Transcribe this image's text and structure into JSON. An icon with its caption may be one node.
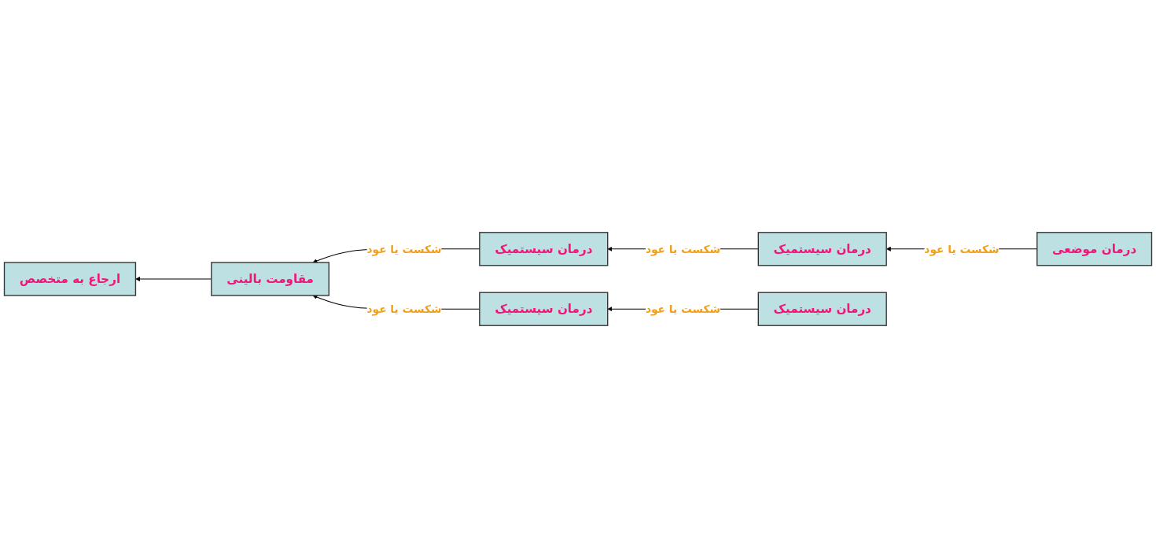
{
  "diagram": {
    "nodes": [
      {
        "text": [
          "درمان موضعی"
        ]
      },
      {
        "text": [
          "درمان سیستمیک"
        ]
      },
      {
        "text": [
          "درمان سیستمیک"
        ]
      },
      {
        "text": [
          "درمان سیستمیک"
        ]
      },
      {
        "text": [
          "درمان سیستمیک"
        ]
      },
      {
        "text": [
          "مقاومت بالینی"
        ]
      },
      {
        "text": [
          "ارجاع به متخصص"
        ]
      }
    ],
    "edges": [
      {
        "from": 0,
        "to": 1,
        "arrow": "to",
        "label": "شکست یا عود"
      },
      {
        "from": 1,
        "to": 2,
        "arrow": "to",
        "label": "شکست یا عود"
      },
      {
        "from": 2,
        "to": 5,
        "arrow": "to",
        "label": "شکست یا عود"
      },
      {
        "from": 3,
        "to": 4,
        "arrow": "to",
        "label": "شکست یا عود"
      },
      {
        "from": 4,
        "to": 5,
        "arrow": "to",
        "label": "شکست یا عود"
      },
      {
        "from": 5,
        "to": 6,
        "arrow": "to"
      }
    ]
  }
}
